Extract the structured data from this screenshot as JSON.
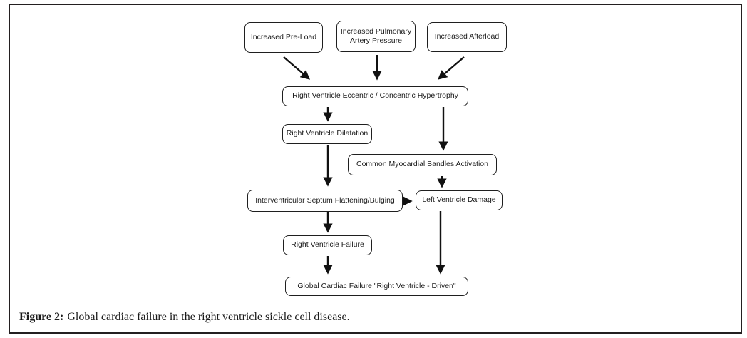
{
  "colors": {
    "line": "#111111",
    "box_border": "#1f1f1f",
    "text": "#1a1a1a",
    "frame_border": "#231f20",
    "background": "#ffffff"
  },
  "figure": {
    "caption_label": "Figure 2:",
    "caption_text": "Global cardiac failure in the right ventricle sickle cell disease."
  },
  "nodes": [
    {
      "id": "increased-pre-load",
      "label": "Increased Pre-Load"
    },
    {
      "id": "increased-pulmonary-artery-pressure",
      "label": "Increased Pulmonary Artery Pressure"
    },
    {
      "id": "increased-afterload",
      "label": "Increased Afterload"
    },
    {
      "id": "rv-eccentric-concentric-hypertrophy",
      "label": "Right Ventricle Eccentric / Concentric  Hypertrophy"
    },
    {
      "id": "rv-dilatation",
      "label": "Right Ventricle Dilatation"
    },
    {
      "id": "common-myocardial-bandles-activation",
      "label": "Common Myocardial Bandles Activation"
    },
    {
      "id": "interventricular-septum-flattening-bulging",
      "label": "Interventricular Septum Flattening/Bulging"
    },
    {
      "id": "left-ventricle-damage",
      "label": "Left Ventricle Damage"
    },
    {
      "id": "right-ventricle-failure",
      "label": "Right Ventricle Failure"
    },
    {
      "id": "global-cardiac-failure",
      "label": "Global Cardiac Failure \"Right Ventricle - Driven\""
    }
  ],
  "edges": [
    {
      "from": "increased-pre-load",
      "to": "rv-eccentric-concentric-hypertrophy"
    },
    {
      "from": "increased-pulmonary-artery-pressure",
      "to": "rv-eccentric-concentric-hypertrophy"
    },
    {
      "from": "increased-afterload",
      "to": "rv-eccentric-concentric-hypertrophy"
    },
    {
      "from": "rv-eccentric-concentric-hypertrophy",
      "to": "rv-dilatation"
    },
    {
      "from": "rv-eccentric-concentric-hypertrophy",
      "to": "common-myocardial-bandles-activation"
    },
    {
      "from": "rv-dilatation",
      "to": "interventricular-septum-flattening-bulging"
    },
    {
      "from": "common-myocardial-bandles-activation",
      "to": "left-ventricle-damage"
    },
    {
      "from": "interventricular-septum-flattening-bulging",
      "to": "left-ventricle-damage"
    },
    {
      "from": "interventricular-septum-flattening-bulging",
      "to": "right-ventricle-failure"
    },
    {
      "from": "right-ventricle-failure",
      "to": "global-cardiac-failure"
    },
    {
      "from": "left-ventricle-damage",
      "to": "global-cardiac-failure"
    }
  ]
}
